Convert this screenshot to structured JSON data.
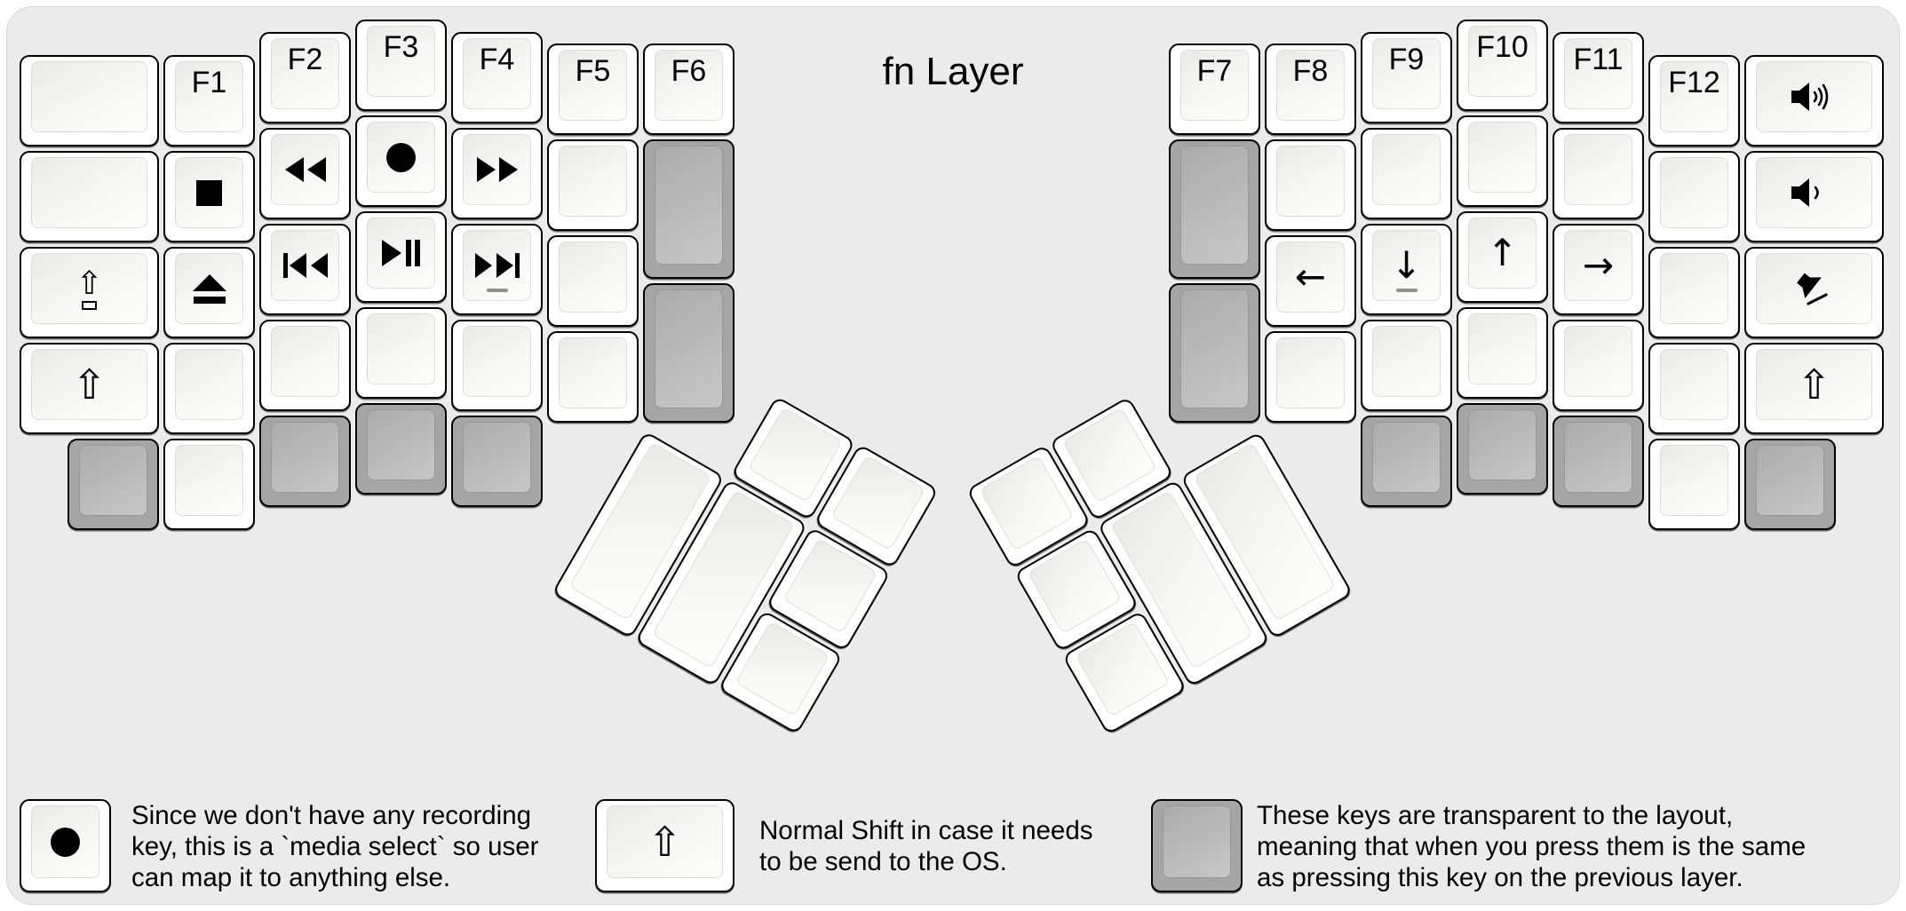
{
  "title": "fn Layer",
  "colors": {
    "panel_bg": "#ebebeb",
    "key_white": "#ffffff",
    "key_gray": "#a5a5a5",
    "outline": "#000000",
    "homing_bar": "#909090"
  },
  "keyboard": {
    "left_columns": [
      {
        "name": "left-outer-column",
        "keys": [
          {
            "name": "blank-key"
          },
          {
            "name": "blank-key"
          },
          {
            "name": "caps-lock-key",
            "icon": "caps-lock-icon"
          },
          {
            "name": "shift-left-key",
            "icon": "shift-icon"
          }
        ]
      },
      {
        "name": "f1-column",
        "keys": [
          {
            "name": "f1-key",
            "label": "F1"
          },
          {
            "name": "stop-key",
            "icon": "stop-icon"
          },
          {
            "name": "eject-key",
            "icon": "eject-icon"
          },
          {
            "name": "blank-key"
          }
        ]
      },
      {
        "name": "f2-column",
        "keys": [
          {
            "name": "f2-key",
            "label": "F2"
          },
          {
            "name": "rewind-key",
            "icon": "rewind-icon"
          },
          {
            "name": "prev-track-key",
            "icon": "prev-track-icon"
          },
          {
            "name": "blank-key"
          }
        ]
      },
      {
        "name": "f3-column",
        "keys": [
          {
            "name": "f3-key",
            "label": "F3"
          },
          {
            "name": "media-select-record-key",
            "icon": "record-icon"
          },
          {
            "name": "play-pause-key",
            "icon": "play-pause-icon"
          },
          {
            "name": "blank-key"
          }
        ]
      },
      {
        "name": "f4-column",
        "keys": [
          {
            "name": "f4-key",
            "label": "F4"
          },
          {
            "name": "fast-forward-key",
            "icon": "fast-forward-icon"
          },
          {
            "name": "next-track-key",
            "icon": "next-track-icon",
            "homing": true
          },
          {
            "name": "blank-key"
          }
        ]
      },
      {
        "name": "f5-column",
        "keys": [
          {
            "name": "f5-key",
            "label": "F5"
          },
          {
            "name": "blank-key"
          },
          {
            "name": "blank-key"
          },
          {
            "name": "blank-key"
          }
        ]
      },
      {
        "name": "f6-column",
        "keys": [
          {
            "name": "f6-key",
            "label": "F6"
          },
          {
            "name": "transparent-key",
            "style": "gray",
            "h": 1.5
          },
          {
            "name": "transparent-key",
            "style": "gray",
            "h": 1.5
          }
        ]
      }
    ],
    "left_bottom_row": [
      {
        "name": "transparent-key",
        "style": "gray"
      },
      {
        "name": "blank-key"
      },
      {
        "name": "transparent-key",
        "style": "gray"
      },
      {
        "name": "transparent-key",
        "style": "gray"
      },
      {
        "name": "transparent-key",
        "style": "gray"
      }
    ],
    "left_thumb_keys": [
      {
        "name": "thumb-key"
      },
      {
        "name": "thumb-key"
      },
      {
        "name": "thumb-key"
      },
      {
        "name": "thumb-key"
      },
      {
        "name": "thumb-key"
      },
      {
        "name": "thumb-key"
      }
    ],
    "right_columns": [
      {
        "name": "f7-column",
        "keys": [
          {
            "name": "f7-key",
            "label": "F7"
          },
          {
            "name": "transparent-key",
            "style": "gray",
            "h": 1.5
          },
          {
            "name": "transparent-key",
            "style": "gray",
            "h": 1.5
          }
        ]
      },
      {
        "name": "f8-column",
        "keys": [
          {
            "name": "f8-key",
            "label": "F8"
          },
          {
            "name": "blank-key"
          },
          {
            "name": "arrow-left-key",
            "icon": "left-arrow-icon"
          },
          {
            "name": "blank-key"
          }
        ]
      },
      {
        "name": "f9-column",
        "keys": [
          {
            "name": "f9-key",
            "label": "F9"
          },
          {
            "name": "blank-key"
          },
          {
            "name": "arrow-down-key",
            "icon": "down-arrow-icon",
            "homing": true
          },
          {
            "name": "blank-key"
          }
        ]
      },
      {
        "name": "f10-column",
        "keys": [
          {
            "name": "f10-key",
            "label": "F10"
          },
          {
            "name": "blank-key"
          },
          {
            "name": "arrow-up-key",
            "icon": "up-arrow-icon"
          },
          {
            "name": "blank-key"
          }
        ]
      },
      {
        "name": "f11-column",
        "keys": [
          {
            "name": "f11-key",
            "label": "F11"
          },
          {
            "name": "blank-key"
          },
          {
            "name": "arrow-right-key",
            "icon": "right-arrow-icon"
          },
          {
            "name": "blank-key"
          }
        ]
      },
      {
        "name": "f12-column",
        "keys": [
          {
            "name": "f12-key",
            "label": "F12"
          },
          {
            "name": "blank-key"
          },
          {
            "name": "blank-key"
          },
          {
            "name": "blank-key"
          }
        ]
      },
      {
        "name": "volume-column",
        "keys": [
          {
            "name": "volume-up-key",
            "icon": "volume-up-icon"
          },
          {
            "name": "volume-down-key",
            "icon": "volume-down-icon"
          },
          {
            "name": "mute-key",
            "icon": "mute-icon"
          },
          {
            "name": "shift-right-key",
            "icon": "shift-icon"
          }
        ]
      }
    ],
    "right_bottom_row": [
      {
        "name": "transparent-key",
        "style": "gray"
      },
      {
        "name": "transparent-key",
        "style": "gray"
      },
      {
        "name": "transparent-key",
        "style": "gray"
      },
      {
        "name": "blank-key"
      },
      {
        "name": "transparent-key",
        "style": "gray"
      }
    ],
    "right_thumb_keys": [
      {
        "name": "thumb-key"
      },
      {
        "name": "thumb-key"
      },
      {
        "name": "thumb-key"
      },
      {
        "name": "thumb-key"
      },
      {
        "name": "thumb-key"
      },
      {
        "name": "thumb-key"
      }
    ]
  },
  "legend_items": [
    {
      "name": "media-select-note",
      "key": {
        "name": "record-example-key",
        "icon": "record-icon"
      },
      "lines": [
        "Since we don't have any recording",
        "key, this is a `media select` so user",
        "can map it to anything else."
      ]
    },
    {
      "name": "shift-note",
      "key": {
        "name": "shift-example-key",
        "icon": "shift-icon"
      },
      "lines": [
        "Normal Shift in case it needs",
        "to be send to the OS."
      ]
    },
    {
      "name": "transparent-note",
      "key": {
        "name": "transparent-example-key",
        "style": "gray"
      },
      "lines": [
        "These keys are transparent to the layout,",
        "meaning that when you press them is the same",
        "as pressing this key on the previous layer."
      ]
    }
  ]
}
